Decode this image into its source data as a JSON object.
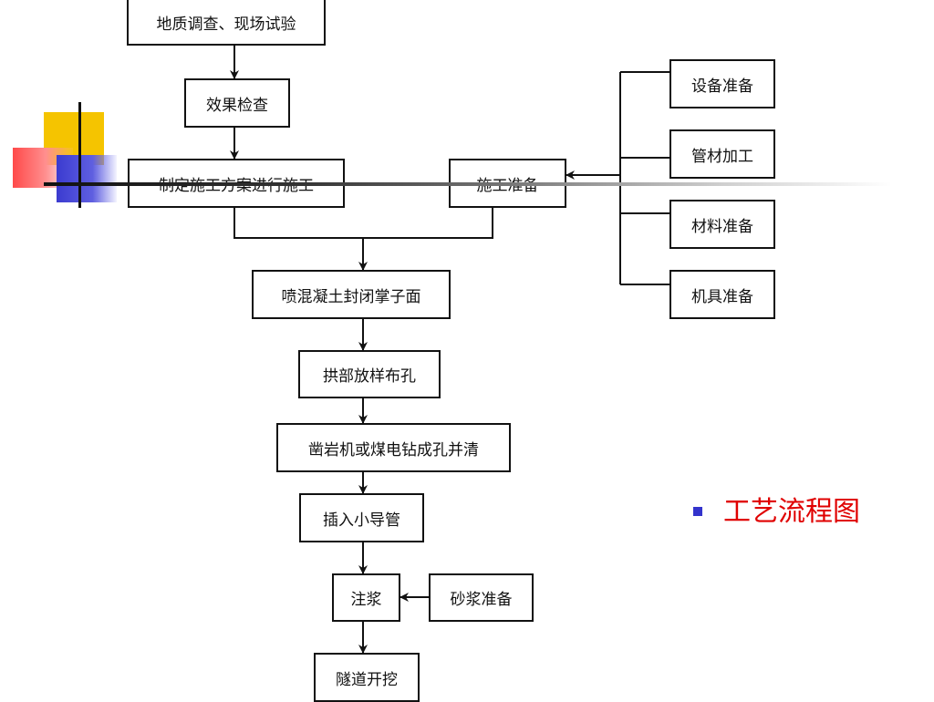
{
  "slide": {
    "title": "工艺流程图",
    "title_color": "#e00000",
    "bullet_color": "#3333cc"
  },
  "flow": {
    "geological_survey": "地质调查、现场试验",
    "effect_check": "效果检查",
    "construction_plan": "制定施工方案进行施工",
    "construction_prep": "施工准备",
    "equipment_prep": "设备准备",
    "pipe_processing": "管材加工",
    "material_prep": "材料准备",
    "tool_prep": "机具准备",
    "shotcrete_seal": "喷混凝土封闭掌子面",
    "arch_layout": "拱部放样布孔",
    "drilling": "凿岩机或煤电钻成孔并清",
    "insert_pipe": "插入小导管",
    "grouting": "注浆",
    "mortar_prep": "砂浆准备",
    "tunnel_excavation": "隧道开挖"
  }
}
